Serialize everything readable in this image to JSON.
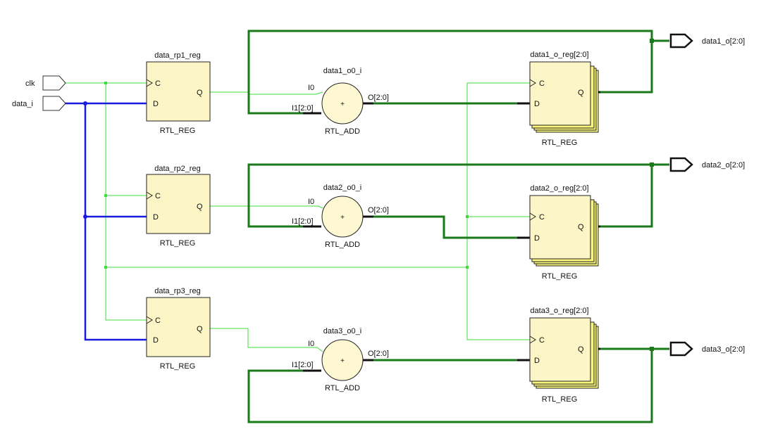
{
  "colors": {
    "clock_wire": "#3ddc3d",
    "input_bus": "#1a1adc",
    "bus": "#1a7a1a",
    "block_fill": "#fcf6c6",
    "stack_fill": "#fbf57a",
    "outline": "#222222",
    "adder_fill": "#fdf8d2"
  },
  "inputs": {
    "clk": "clk",
    "data_i": "data_i"
  },
  "input_regs": [
    {
      "name": "data_rp1_reg",
      "type": "RTL_REG",
      "pins": {
        "c": "C",
        "d": "D",
        "q": "Q"
      }
    },
    {
      "name": "data_rp2_reg",
      "type": "RTL_REG",
      "pins": {
        "c": "C",
        "d": "D",
        "q": "Q"
      }
    },
    {
      "name": "data_rp3_reg",
      "type": "RTL_REG",
      "pins": {
        "c": "C",
        "d": "D",
        "q": "Q"
      }
    }
  ],
  "adders": [
    {
      "name": "data1_o0_i",
      "type": "RTL_ADD",
      "in0": "I0",
      "in1": "I1[2:0]",
      "out": "O[2:0]",
      "symbol": "+"
    },
    {
      "name": "data2_o0_i",
      "type": "RTL_ADD",
      "in0": "I0",
      "in1": "I1[2:0]",
      "out": "O[2:0]",
      "symbol": "+"
    },
    {
      "name": "data3_o0_i",
      "type": "RTL_ADD",
      "in0": "I0",
      "in1": "I1[2:0]",
      "out": "O[2:0]",
      "symbol": "+"
    }
  ],
  "output_regs": [
    {
      "name": "data1_o_reg[2:0]",
      "type": "RTL_REG",
      "pins": {
        "c": "C",
        "d": "D",
        "q": "Q"
      }
    },
    {
      "name": "data2_o_reg[2:0]",
      "type": "RTL_REG",
      "pins": {
        "c": "C",
        "d": "D",
        "q": "Q"
      }
    },
    {
      "name": "data3_o_reg[2:0]",
      "type": "RTL_REG",
      "pins": {
        "c": "C",
        "d": "D",
        "q": "Q"
      }
    }
  ],
  "outputs": [
    "data1_o[2:0]",
    "data2_o[2:0]",
    "data3_o[2:0]"
  ]
}
